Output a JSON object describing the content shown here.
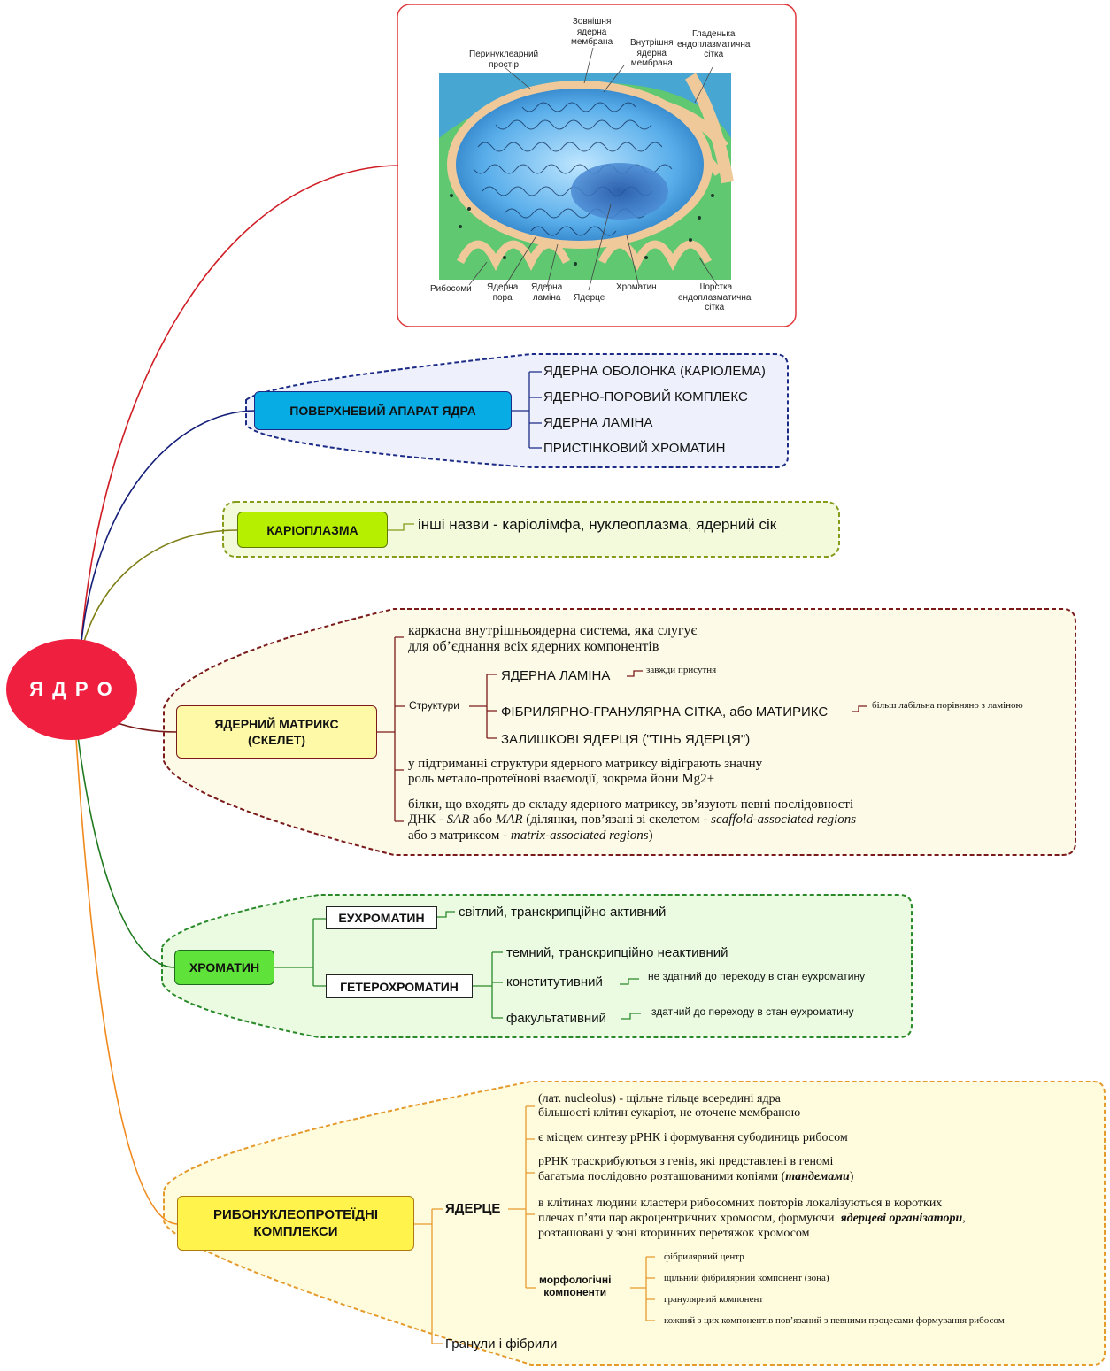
{
  "colors": {
    "root": "#ef1f3f",
    "surface": "#07ace4",
    "karyoplasm": "#b6ef00",
    "matrix": "#fdf9a6",
    "chromatin": "#5fe23a",
    "rnp": "#fff34c"
  },
  "root": {
    "label": "Я Д Р О"
  },
  "picture": {
    "labels": {
      "outer_membrane": "Зовнішня\nядерна\nмембрана",
      "perinuclear": "Перинуклеарний\nпростір",
      "inner_membrane": "Внутрішня\nядерна\nмембрана",
      "smooth_er": "Гладенька\nендоплазматична\nсітка",
      "ribosomes": "Рибосоми",
      "nuclear_pore": "Ядерна\nпора",
      "lamina": "Ядерна\nламіна",
      "nucleolus": "Ядерце",
      "chromatin": "Хроматин",
      "rough_er": "Шорстка\nендоплазматична\nсітка"
    }
  },
  "surface": {
    "title": "ПОВЕРХНЕВИЙ АПАРАТ ЯДРА",
    "items": [
      "ЯДЕРНА ОБОЛОНКА (КАРІОЛЕМА)",
      "ЯДЕРНО-ПОРОВИЙ КОМПЛЕКС",
      "ЯДЕРНА ЛАМІНА",
      "ПРИСТІНКОВИЙ ХРОМАТИН"
    ]
  },
  "karyoplasm": {
    "title": "КАРІОПЛАЗМА",
    "note": "інші назви - каріолімфа, нуклеоплазма, ядерний сік"
  },
  "matrix": {
    "title": "ЯДЕРНИЙ МАТРИКС\n(СКЕЛЕТ)",
    "desc": "каркасна внутрішньоядерна система, яка слугує\nдля об’єднання всіх ядерних компонентів",
    "structures_label": "Структури",
    "structures": [
      {
        "name": "ЯДЕРНА ЛАМІНА",
        "note": "завжди присутня"
      },
      {
        "name": "ФІБРИЛЯРНО-ГРАНУЛЯРНА СІТКА, або МАТИРИКС",
        "note": "більш лабільна порівняно з ламіною"
      },
      {
        "name": "ЗАЛИШКОВІ ЯДЕРЦЯ (\"ТІНЬ ЯДЕРЦЯ\")",
        "note": ""
      }
    ],
    "metal_note": "у підтриманні структури ядерного матриксу відіграють значну\nроль метало-протеїнові взаємодії, зокрема йони Mg2+",
    "proteins_pre": "білки, що входять до складу ядерного матриксу, зв’язують певні послідовності",
    "proteins_dna": "ДНК - ",
    "proteins_sar": "SAR",
    "proteins_or": " або ",
    "proteins_mar": "MAR",
    "proteins_mid": " (ділянки, пов’язані зі скелетом - ",
    "proteins_scaffold": "scaffold-associated regions",
    "proteins_line3_pre": "або з матриксом - ",
    "proteins_matrix": "matrix-associated regions",
    "proteins_line3_post": ")"
  },
  "chromatin": {
    "title": "ХРОМАТИН",
    "eu": {
      "name": "ЕУХРОМАТИН",
      "note": "світлий, транскрипційно активний"
    },
    "hetero": {
      "name": "ГЕТЕРОХРОМАТИН",
      "desc": "темний, транскрипційно неактивний",
      "types": [
        {
          "name": "конститутивний",
          "note": "не здатний до переходу в стан еухроматину"
        },
        {
          "name": "факультативний",
          "note": "здатний до переходу в стан еухроматину"
        }
      ]
    }
  },
  "rnp": {
    "title": "РИБОНУКЛЕОПРОТЕЇДНІ\nКОМПЛЕКСИ",
    "nucleolus": "ЯДЕРЦЕ",
    "n1": "(лат. nucleolus) - щільне тільце всередині ядра\nбільшості клітин еукаріот, не оточене мембраною",
    "n2": "є місцем синтезу рРНК і формування субодиниць рибосом",
    "n3_pre": "рРНК траскрибуються з генів, які представлені в геномі\nбагатьма послідовно розташованими копіями (",
    "n3_em": "тандемами",
    "n3_post": ")",
    "n4_pre": "в клітинах людини кластери рибосомних повторів локалізуються в коротких\nплечах п’яти пар акроцентричних хромосом, формуючи  ",
    "n4_em": "ядерцеві організатори",
    "n4_post": ",\nрозташовані у зоні вторинних перетяжок хромосом",
    "morph": "морфологічні\nкомпоненти",
    "components": [
      "фібрилярний центр",
      "щільний фібрилярний компонент (зона)",
      "гранулярний компонент",
      "кожний з цих компонентів пов’язаний з певними процесами формування рибосом"
    ],
    "granules": "Гранули і фібрили"
  }
}
